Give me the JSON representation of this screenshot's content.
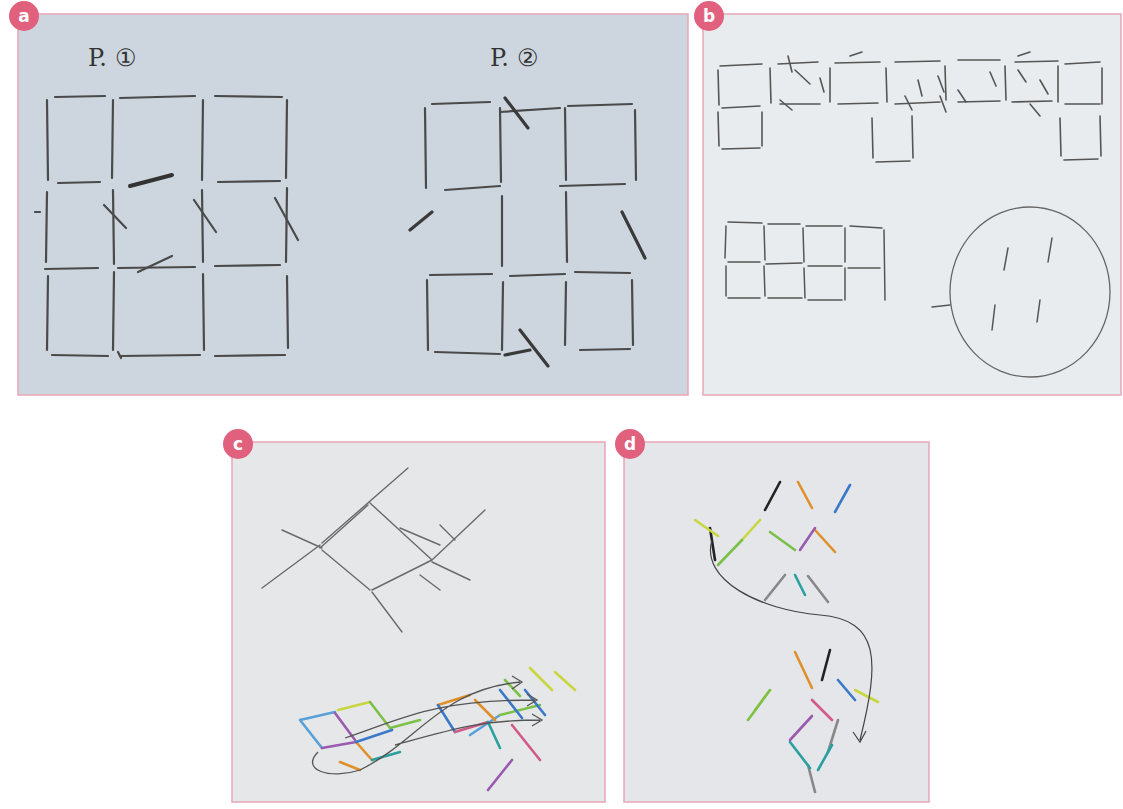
{
  "diagram": {
    "nodes": [
      {
        "text": [
          "a"
        ]
      },
      {
        "text": [
          "b"
        ]
      },
      {
        "text": [
          "c"
        ]
      },
      {
        "text": [
          "d"
        ]
      }
    ],
    "labels": [
      "P. ①",
      "P. ②"
    ]
  }
}
